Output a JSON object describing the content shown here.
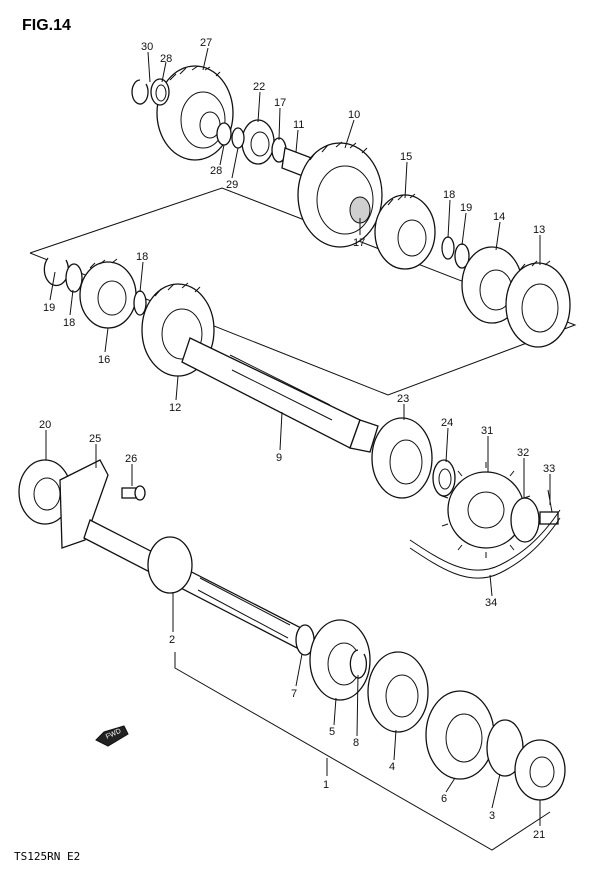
{
  "figure": {
    "title": "FIG.14",
    "footer": "TS125RN E2",
    "fwd_label": "FWD"
  },
  "callouts": [
    "30",
    "28",
    "27",
    "22",
    "17",
    "11",
    "10",
    "28",
    "29",
    "15",
    "17",
    "18",
    "19",
    "14",
    "13",
    "18",
    "19",
    "18",
    "16",
    "12",
    "9",
    "23",
    "24",
    "31",
    "32",
    "33",
    "20",
    "25",
    "26",
    "34",
    "2",
    "7",
    "5",
    "8",
    "4",
    "6",
    "1",
    "3",
    "21"
  ]
}
